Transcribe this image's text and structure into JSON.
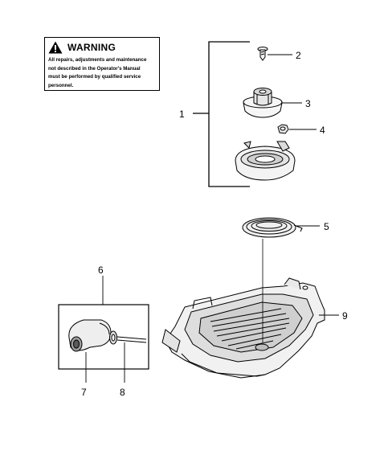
{
  "warning": {
    "title": "WARNING",
    "lines": [
      "All repairs, adjustments and maintenance",
      "not described in the Operator's Manual",
      "must be performed by qualified  service",
      "personnel."
    ]
  },
  "callouts": {
    "c1": "1",
    "c2": "2",
    "c3": "3",
    "c4": "4",
    "c5": "5",
    "c6": "6",
    "c7": "7",
    "c8": "8",
    "c9": "9"
  }
}
